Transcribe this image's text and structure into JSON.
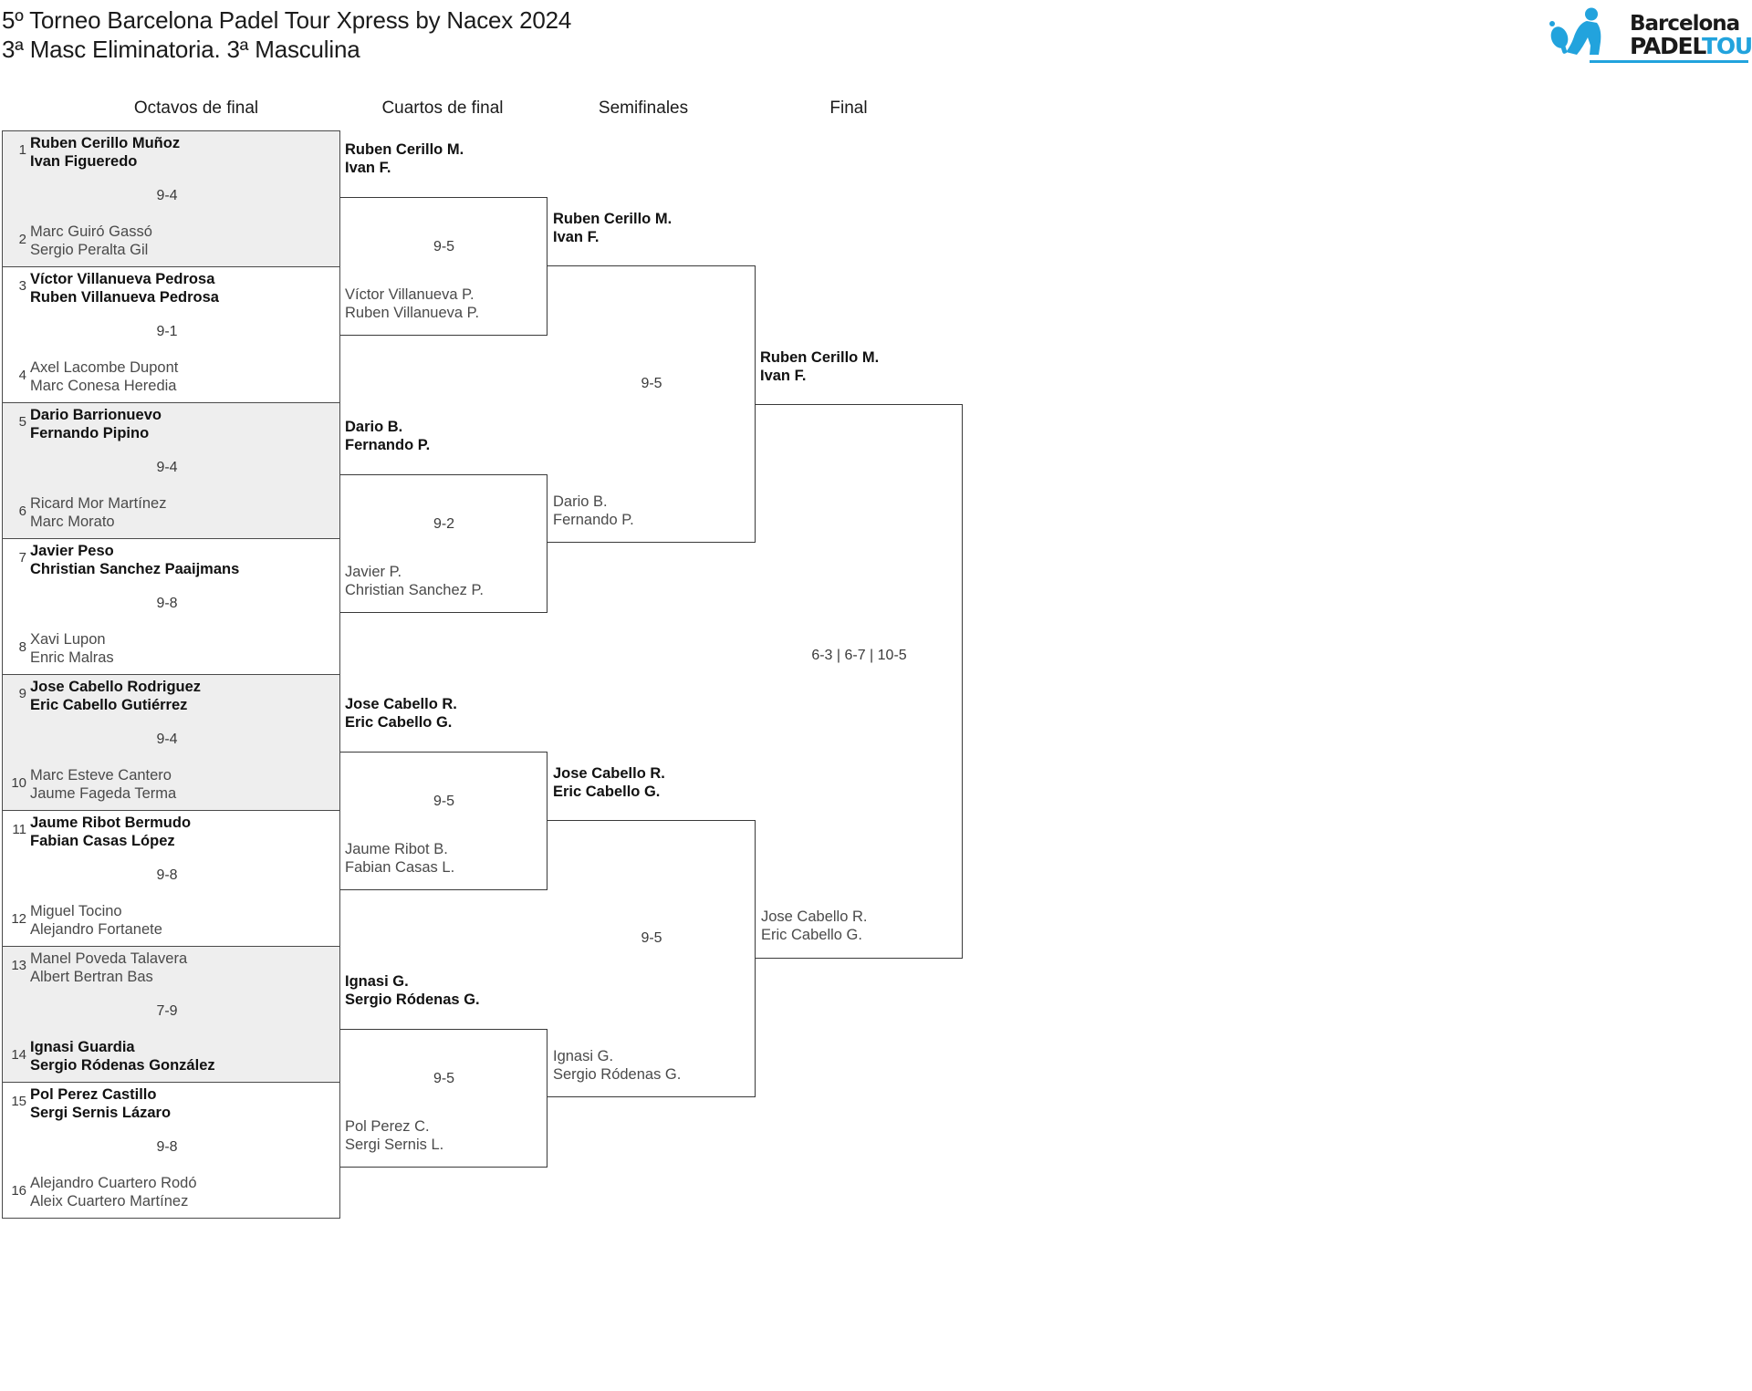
{
  "header": {
    "title_line1": "5º Torneo Barcelona Padel Tour Xpress by Nacex 2024",
    "title_line2": "3ª Masc Eliminatoria. 3ª Masculina"
  },
  "logo": {
    "line1": "Barcelona",
    "padel": "PADEL",
    "tour": "TOUR",
    "brand_blue": "#22a3dd",
    "brand_black": "#1a1a1a"
  },
  "rounds": [
    {
      "label": "Octavos de final"
    },
    {
      "label": "Cuartos de final"
    },
    {
      "label": "Semifinales"
    },
    {
      "label": "Final"
    }
  ],
  "round1": [
    {
      "seed_top": "1",
      "seed_bottom": "2",
      "shaded": true,
      "score": "9-4",
      "top": {
        "p1": "Ruben Cerillo Muñoz",
        "p2": "Ivan Figueredo",
        "winner": true
      },
      "bottom": {
        "p1": "Marc Guiró Gassó",
        "p2": "Sergio Peralta Gil",
        "winner": false
      }
    },
    {
      "seed_top": "3",
      "seed_bottom": "4",
      "shaded": false,
      "score": "9-1",
      "top": {
        "p1": "Víctor Villanueva Pedrosa",
        "p2": "Ruben Villanueva Pedrosa",
        "winner": true
      },
      "bottom": {
        "p1": "Axel Lacombe Dupont",
        "p2": "Marc Conesa Heredia",
        "winner": false
      }
    },
    {
      "seed_top": "5",
      "seed_bottom": "6",
      "shaded": true,
      "score": "9-4",
      "top": {
        "p1": "Dario Barrionuevo",
        "p2": "Fernando Pipino",
        "winner": true
      },
      "bottom": {
        "p1": "Ricard Mor Martínez",
        "p2": "Marc Morato",
        "winner": false
      }
    },
    {
      "seed_top": "7",
      "seed_bottom": "8",
      "shaded": false,
      "score": "9-8",
      "top": {
        "p1": "Javier Peso",
        "p2": "Christian Sanchez Paaijmans",
        "winner": true
      },
      "bottom": {
        "p1": "Xavi Lupon",
        "p2": "Enric Malras",
        "winner": false
      }
    },
    {
      "seed_top": "9",
      "seed_bottom": "10",
      "shaded": true,
      "score": "9-4",
      "top": {
        "p1": "Jose Cabello Rodriguez",
        "p2": "Eric Cabello Gutiérrez",
        "winner": true
      },
      "bottom": {
        "p1": "Marc Esteve Cantero",
        "p2": "Jaume Fageda Terma",
        "winner": false
      }
    },
    {
      "seed_top": "11",
      "seed_bottom": "12",
      "shaded": false,
      "score": "9-8",
      "top": {
        "p1": "Jaume Ribot Bermudo",
        "p2": "Fabian Casas López",
        "winner": true
      },
      "bottom": {
        "p1": "Miguel Tocino",
        "p2": "Alejandro Fortanete",
        "winner": false
      }
    },
    {
      "seed_top": "13",
      "seed_bottom": "14",
      "shaded": true,
      "score": "7-9",
      "top": {
        "p1": "Manel Poveda Talavera",
        "p2": "Albert Bertran Bas",
        "winner": false
      },
      "bottom": {
        "p1": "Ignasi Guardia",
        "p2": "Sergio Ródenas González",
        "winner": true
      }
    },
    {
      "seed_top": "15",
      "seed_bottom": "16",
      "shaded": false,
      "score": "9-8",
      "top": {
        "p1": "Pol Perez Castillo",
        "p2": "Sergi Sernis Lázaro",
        "winner": true
      },
      "bottom": {
        "p1": "Alejandro Cuartero Rodó",
        "p2": "Aleix Cuartero Martínez",
        "winner": false
      }
    }
  ],
  "round2": [
    {
      "score": "9-5",
      "top": {
        "p1": "Ruben Cerillo M.",
        "p2": "Ivan F.",
        "winner": true
      },
      "bottom": {
        "p1": "Víctor Villanueva P.",
        "p2": "Ruben Villanueva P.",
        "winner": false
      }
    },
    {
      "score": "9-2",
      "top": {
        "p1": "Dario B.",
        "p2": "Fernando P.",
        "winner": true
      },
      "bottom": {
        "p1": "Javier P.",
        "p2": "Christian Sanchez P.",
        "winner": false
      }
    },
    {
      "score": "9-5",
      "top": {
        "p1": "Jose Cabello R.",
        "p2": "Eric Cabello G.",
        "winner": true
      },
      "bottom": {
        "p1": "Jaume Ribot B.",
        "p2": "Fabian Casas L.",
        "winner": false
      }
    },
    {
      "score": "9-5",
      "top": {
        "p1": "Ignasi G.",
        "p2": "Sergio Ródenas G.",
        "winner": true
      },
      "bottom": {
        "p1": "Pol Perez C.",
        "p2": "Sergi Sernis L.",
        "winner": false
      }
    }
  ],
  "round3": [
    {
      "score": "9-5",
      "top": {
        "p1": "Ruben Cerillo M.",
        "p2": "Ivan F.",
        "winner": true
      },
      "bottom": {
        "p1": "Dario B.",
        "p2": "Fernando P.",
        "winner": false
      }
    },
    {
      "score": "9-5",
      "top": {
        "p1": "Jose Cabello R.",
        "p2": "Eric Cabello G.",
        "winner": true
      },
      "bottom": {
        "p1": "Ignasi G.",
        "p2": "Sergio Ródenas G.",
        "winner": false
      }
    }
  ],
  "round4": [
    {
      "score": "6-3 | 6-7 | 10-5",
      "top": {
        "p1": "Ruben Cerillo M.",
        "p2": "Ivan F.",
        "winner": true
      },
      "bottom": {
        "p1": "Jose Cabello R.",
        "p2": "Eric Cabello G.",
        "winner": false
      }
    }
  ]
}
